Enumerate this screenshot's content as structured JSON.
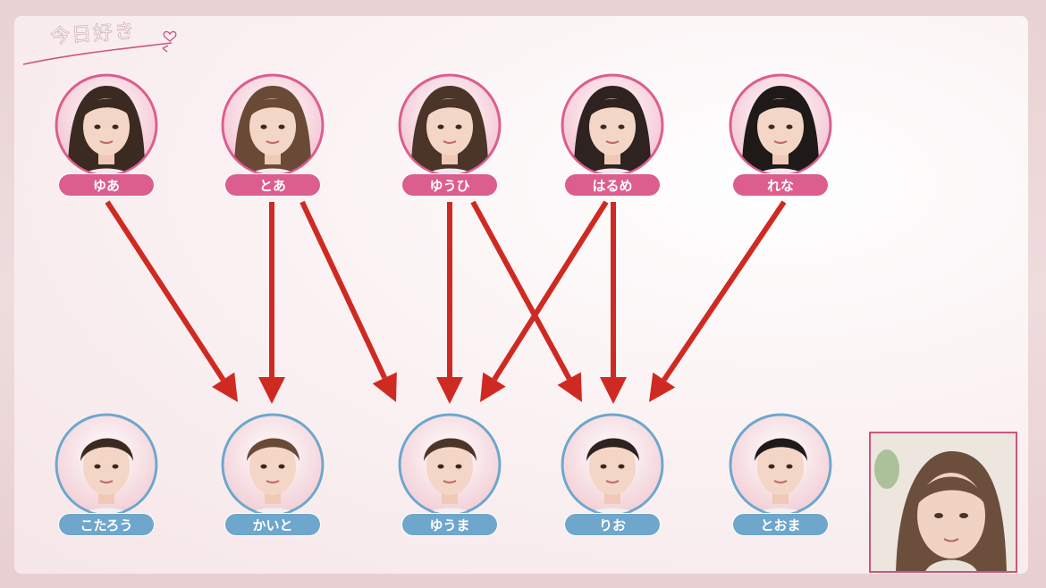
{
  "logo": {
    "text": "今日好き"
  },
  "colors": {
    "girl_accent": "#dc5e8e",
    "boy_accent": "#6fa6cc",
    "arrow": "#cf2a22"
  },
  "girls": [
    {
      "id": "yua",
      "name": "ゆあ"
    },
    {
      "id": "toa",
      "name": "とあ"
    },
    {
      "id": "yuuhi",
      "name": "ゆうひ"
    },
    {
      "id": "harume",
      "name": "はるめ"
    },
    {
      "id": "rena",
      "name": "れな"
    }
  ],
  "boys": [
    {
      "id": "kotarou",
      "name": "こたろう"
    },
    {
      "id": "kaito",
      "name": "かいと"
    },
    {
      "id": "yuuma",
      "name": "ゆうま"
    },
    {
      "id": "rio",
      "name": "りお"
    },
    {
      "id": "tooma",
      "name": "とおま"
    }
  ],
  "arrows": [
    {
      "from": "yua",
      "to": "kaito"
    },
    {
      "from": "toa",
      "to": "kaito"
    },
    {
      "from": "toa",
      "to": "yuuma"
    },
    {
      "from": "yuuhi",
      "to": "yuuma"
    },
    {
      "from": "yuuhi",
      "to": "rio"
    },
    {
      "from": "harume",
      "to": "yuuma"
    },
    {
      "from": "harume",
      "to": "rio"
    },
    {
      "from": "rena",
      "to": "rio"
    }
  ]
}
